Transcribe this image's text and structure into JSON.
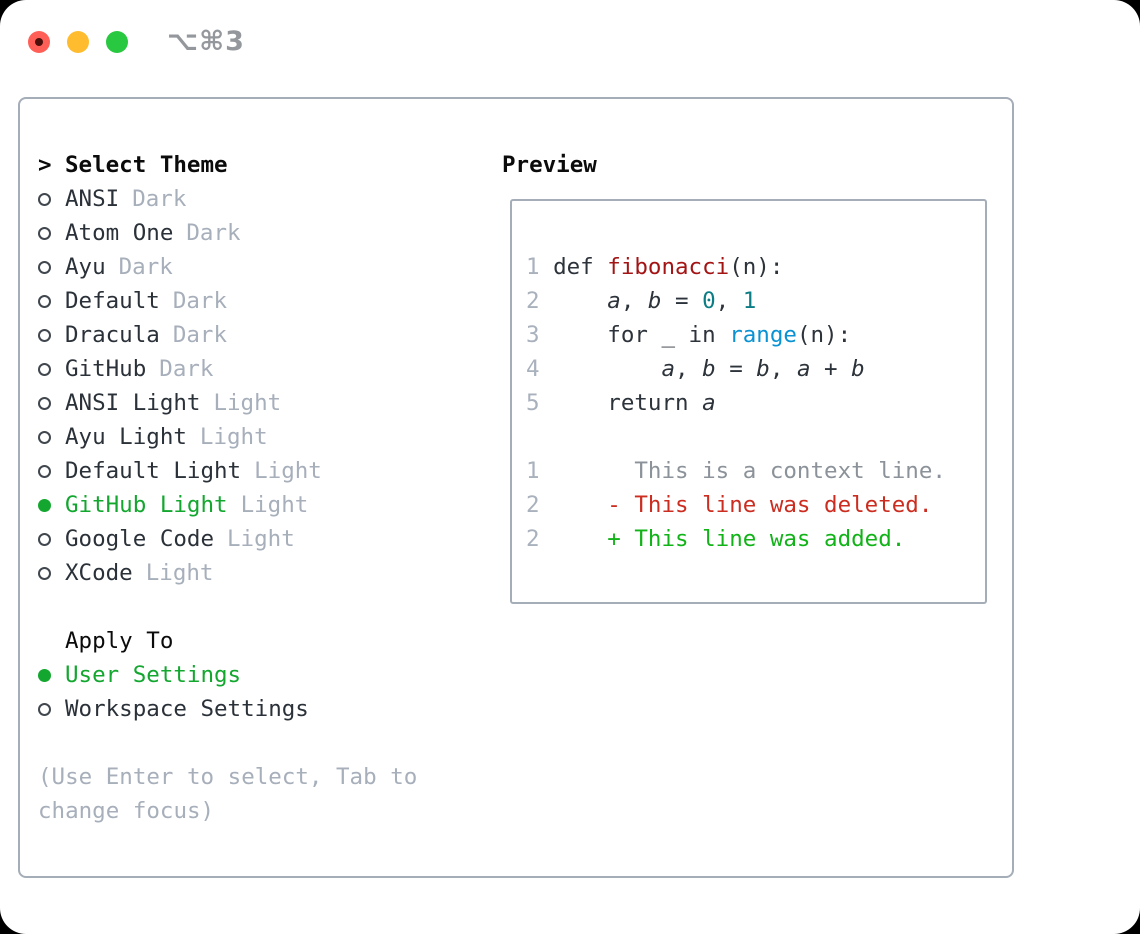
{
  "titlebar": {
    "shortcut": "⌥⌘3",
    "buttons": [
      "close-button",
      "minimize-button",
      "zoom-button"
    ]
  },
  "theme_picker": {
    "prompt": ">",
    "title": "Select Theme",
    "themes": [
      {
        "name": "ANSI",
        "variant": "Dark",
        "selected": false
      },
      {
        "name": "Atom One",
        "variant": "Dark",
        "selected": false
      },
      {
        "name": "Ayu",
        "variant": "Dark",
        "selected": false
      },
      {
        "name": "Default",
        "variant": "Dark",
        "selected": false
      },
      {
        "name": "Dracula",
        "variant": "Dark",
        "selected": false
      },
      {
        "name": "GitHub",
        "variant": "Dark",
        "selected": false
      },
      {
        "name": "ANSI Light",
        "variant": "Light",
        "selected": false
      },
      {
        "name": "Ayu Light",
        "variant": "Light",
        "selected": false
      },
      {
        "name": "Default Light",
        "variant": "Light",
        "selected": false
      },
      {
        "name": "GitHub Light",
        "variant": "Light",
        "selected": true
      },
      {
        "name": "Google Code",
        "variant": "Light",
        "selected": false
      },
      {
        "name": "XCode",
        "variant": "Light",
        "selected": false
      }
    ],
    "apply_to": {
      "title": "Apply To",
      "options": [
        {
          "label": "User Settings",
          "selected": true
        },
        {
          "label": "Workspace Settings",
          "selected": false
        }
      ]
    },
    "help_lines": [
      "(Use Enter to select, Tab to",
      "change focus)"
    ]
  },
  "preview": {
    "title": "Preview",
    "lines": [
      {
        "num": "1",
        "segments": [
          [
            "def ",
            "plain"
          ],
          [
            "fibonacci",
            "function"
          ],
          [
            "(n):",
            "plain"
          ]
        ]
      },
      {
        "num": "2",
        "segments": [
          [
            "    ",
            "plain"
          ],
          [
            "a",
            "variable"
          ],
          [
            ", ",
            "plain"
          ],
          [
            "b",
            "variable"
          ],
          [
            " = ",
            "plain"
          ],
          [
            "0",
            "number"
          ],
          [
            ", ",
            "plain"
          ],
          [
            "1",
            "number"
          ]
        ]
      },
      {
        "num": "3",
        "segments": [
          [
            "    for _ in ",
            "plain"
          ],
          [
            "range",
            "builtin"
          ],
          [
            "(n):",
            "plain"
          ]
        ]
      },
      {
        "num": "4",
        "segments": [
          [
            "        ",
            "plain"
          ],
          [
            "a",
            "variable"
          ],
          [
            ", ",
            "plain"
          ],
          [
            "b",
            "variable"
          ],
          [
            " = ",
            "plain"
          ],
          [
            "b",
            "variable"
          ],
          [
            ", ",
            "plain"
          ],
          [
            "a",
            "variable"
          ],
          [
            " + ",
            "plain"
          ],
          [
            "b",
            "variable"
          ]
        ]
      },
      {
        "num": "5",
        "segments": [
          [
            "    return ",
            "plain"
          ],
          [
            "a",
            "variable"
          ]
        ]
      },
      {
        "num": "",
        "segments": []
      },
      {
        "num": "1",
        "segments": [
          [
            "      This is a context line.",
            "context"
          ]
        ]
      },
      {
        "num": "2",
        "segments": [
          [
            "    - This line was deleted.",
            "deleted"
          ]
        ]
      },
      {
        "num": "2",
        "segments": [
          [
            "    + This line was added.",
            "added"
          ]
        ]
      }
    ]
  },
  "colors": {
    "selection_green": "#13a72f",
    "added_green": "#12b318",
    "deleted_red": "#cb2d20",
    "function_red": "#a31515",
    "number_teal": "#0c7d85",
    "builtin_blue": "#0a92d3",
    "muted_gray": "#a7afbb",
    "border_gray": "#a5adb8",
    "traffic_red": "#ff5f57",
    "traffic_yellow": "#febc2e",
    "traffic_green": "#28c840"
  }
}
